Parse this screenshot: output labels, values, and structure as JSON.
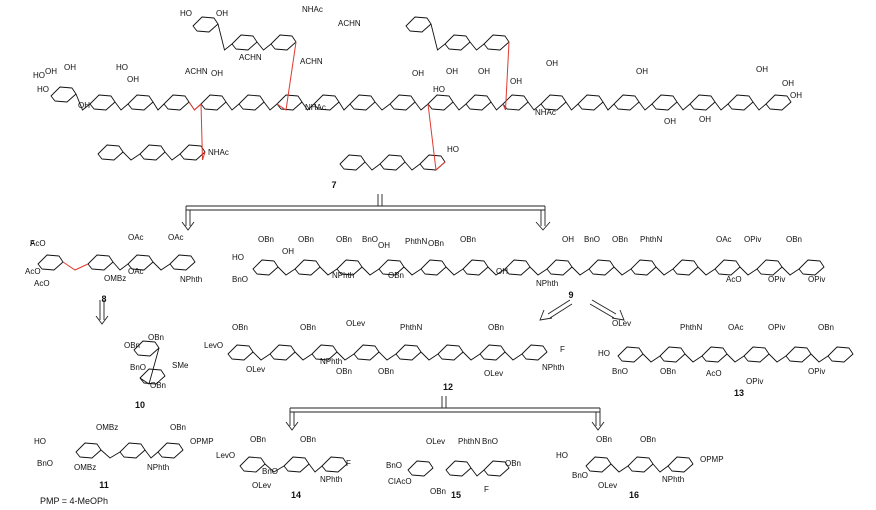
{
  "colors": {
    "ink": "#111111",
    "highlight": "#e03a2f",
    "hydroxyl": "#2a4fa8"
  },
  "labels": {
    "c7": "7",
    "c8": "8",
    "c9": "9",
    "c10": "10",
    "c11": "11",
    "c12": "12",
    "c13": "13",
    "c14": "14",
    "c15": "15",
    "c16": "16"
  },
  "note": "PMP = 4-MeOPh",
  "atoms": {
    "c7": [
      "OH",
      "HO",
      "HO",
      "OH",
      "OH",
      "HO",
      "OH",
      "ACHN",
      "OH",
      "NHAc",
      "NHAc",
      "ACHN",
      "OH",
      "OH",
      "HO",
      "OH",
      "OH",
      "NHAc",
      "HO",
      "HO",
      "OH",
      "ACHN",
      "NHAc",
      "ACHN",
      "OH",
      "OH",
      "OH",
      "OH",
      "OH",
      "OH",
      "OH"
    ],
    "c8": [
      "AcO",
      "AcO",
      "AcO",
      "OAc",
      "OAc",
      "OAc",
      "OMBz",
      "NPhth",
      "F"
    ],
    "c9": [
      "HO",
      "BnO",
      "OBn",
      "OH",
      "OBn",
      "OBn",
      "NPhth",
      "BnO",
      "OH",
      "OBn",
      "PhthN",
      "OBn",
      "OBn",
      "OH",
      "NPhth",
      "OH",
      "BnO",
      "OBn",
      "PhthN",
      "OAc",
      "OPiv",
      "OBn",
      "AcO",
      "OPiv",
      "OPiv"
    ],
    "c10": [
      "OBn",
      "BnO",
      "OBn",
      "SMe",
      "OBn"
    ],
    "c11": [
      "HO",
      "OMBz",
      "BnO",
      "OMBz",
      "OBn",
      "OPMP",
      "NPhth"
    ],
    "c12": [
      "LevO",
      "OBn",
      "OBn",
      "OLev",
      "OBn",
      "OLev",
      "OBn",
      "PhthN",
      "NPhth",
      "OBn",
      "F",
      "NPhth",
      "OLev"
    ],
    "c13": [
      "HO",
      "OLev",
      "BnO",
      "OBn",
      "PhthN",
      "OAc",
      "OPiv",
      "OBn",
      "AcO",
      "OPiv",
      "OPiv"
    ],
    "c14": [
      "LevO",
      "OBn",
      "BnO",
      "OLev",
      "OBn",
      "F",
      "NPhth"
    ],
    "c15": [
      "BnO",
      "OLev",
      "CIAcO",
      "OBn",
      "PhthN",
      "BnO",
      "F",
      "OBn"
    ],
    "c16": [
      "HO",
      "OBn",
      "BnO",
      "OLev",
      "OBn",
      "OPMP",
      "NPhth"
    ]
  }
}
